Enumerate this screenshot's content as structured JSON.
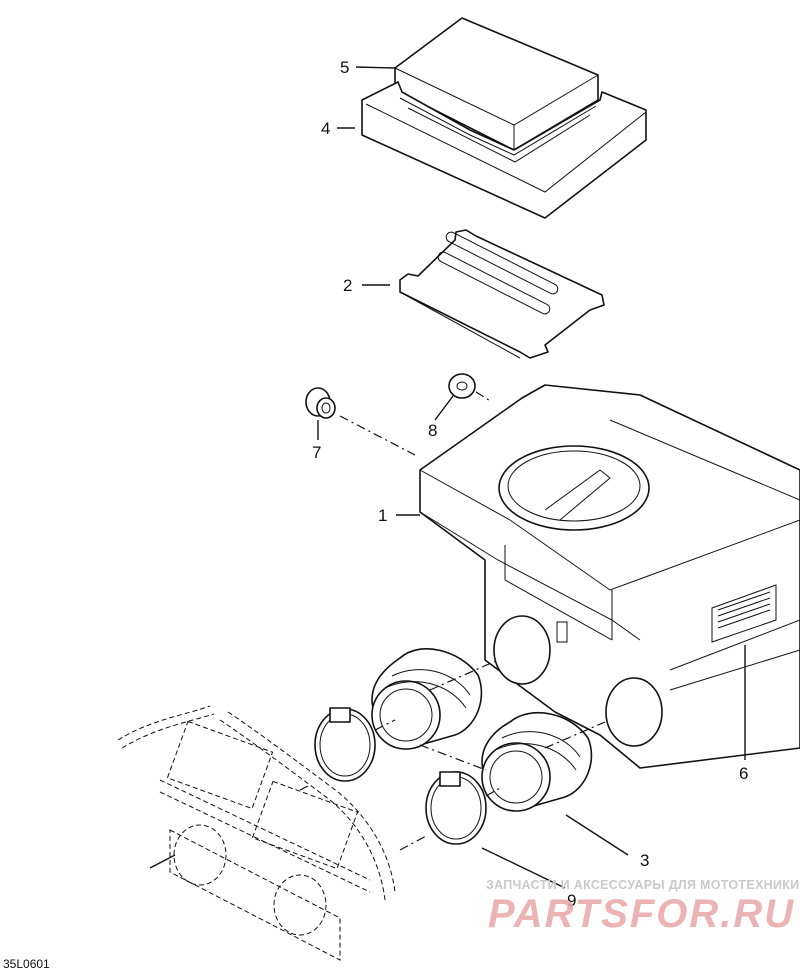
{
  "diagram": {
    "callouts": [
      {
        "id": "1",
        "text": "1"
      },
      {
        "id": "2",
        "text": "2"
      },
      {
        "id": "3",
        "text": "3"
      },
      {
        "id": "4",
        "text": "4"
      },
      {
        "id": "5",
        "text": "5"
      },
      {
        "id": "6",
        "text": "6"
      },
      {
        "id": "7",
        "text": "7"
      },
      {
        "id": "8",
        "text": "8"
      },
      {
        "id": "9",
        "text": "9"
      }
    ],
    "figure_code": "35L0601",
    "watermark": {
      "caption": "ЗАПЧАСТИ И АКСЕССУАРЫ ДЛЯ МОТОТЕХНИКИ",
      "brand": "PARTSFOR.RU"
    }
  }
}
